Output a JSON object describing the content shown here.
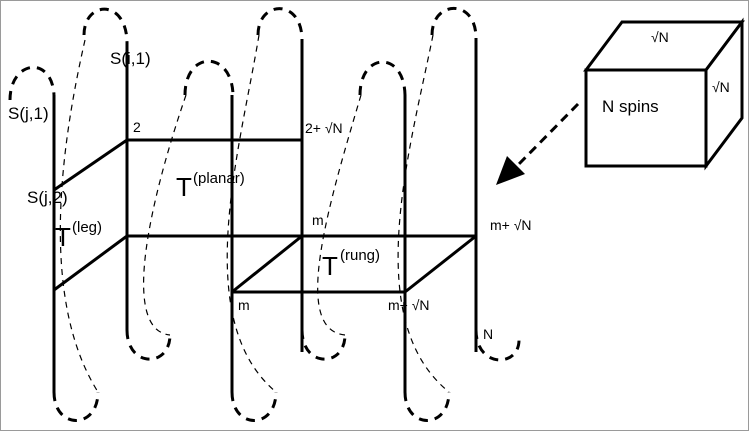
{
  "figure": {
    "labels": {
      "s_i1": "S(i,1)",
      "s_j1": "S(j,1)",
      "s_j2": "S(j,2)",
      "n2": "2",
      "n2_sqrtN": "2+ √N",
      "m_top": "m",
      "m_sqrtN_right": "m+ √N",
      "m_bottom": "m",
      "m_sqrtN_bottom": "m+ √N",
      "n_end": "N"
    },
    "tensors": {
      "T": "T",
      "planar": "(planar)",
      "leg": "(leg)",
      "rung": "(rung)"
    },
    "cube": {
      "center": "N spins",
      "top": "√N",
      "side": "√N"
    }
  }
}
